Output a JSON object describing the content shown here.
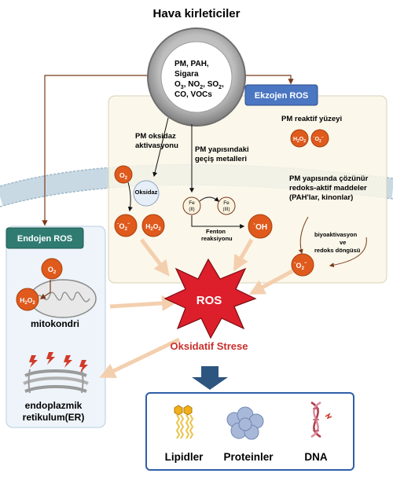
{
  "title": "Hava kirleticiler",
  "pollutants": {
    "line1": "PM, PAH,",
    "line2": "Sigara",
    "line3_parts": [
      "O",
      "3",
      ", NO",
      "2",
      ", SO",
      "2",
      ","
    ],
    "line4": "CO, VOCs"
  },
  "exogenous": {
    "box_label": "Ekzojen ROS",
    "pm_reactive_surface": "PM reaktif yüzeyi",
    "h2o2": [
      "H",
      "2",
      "O",
      "2"
    ],
    "o2_radical": [
      "˙O",
      "2",
      "−"
    ],
    "pm_oxidase_activation": [
      "PM oksidaz",
      "aktivasyonu"
    ],
    "transition_metals": [
      "PM yapısındaki",
      "geçiş metalleri"
    ],
    "redox_active": [
      "PM yapısında çözünür",
      "redoks-aktif maddeler",
      "(PAH'lar, kinonlar)"
    ],
    "oxidase_label": "Oksidaz",
    "o2": [
      "O",
      "2"
    ],
    "fe2": [
      "Fe",
      "(II)"
    ],
    "fe3": [
      "Fe",
      "(III)"
    ],
    "fenton": [
      "Fenton",
      "reaksiyonu"
    ],
    "oh_radical": "˙OH",
    "bioactivation": [
      "biyoaktivasyon",
      "ve",
      "redoks döngüsü"
    ]
  },
  "endogenous": {
    "box_label": "Endojen ROS",
    "mitochondria_label": "mitokondri",
    "er_label": [
      "endoplazmik",
      "retikulum(ER)"
    ]
  },
  "center": {
    "ros_label": "ROS",
    "oxidative_stress": "Oksidatif Strese"
  },
  "targets": [
    "Lipidler",
    "Proteinler",
    "DNA"
  ],
  "colors": {
    "molecule_orange": "#df5a1c",
    "exo_box": "#4a76c2",
    "endo_box": "#2f7b72",
    "ros_red": "#dc1f2b",
    "stress_text": "#c9302c",
    "arrow_brown": "#7a3a1a",
    "target_box": "#2f5fa8",
    "big_arrow": "#2c5580"
  }
}
